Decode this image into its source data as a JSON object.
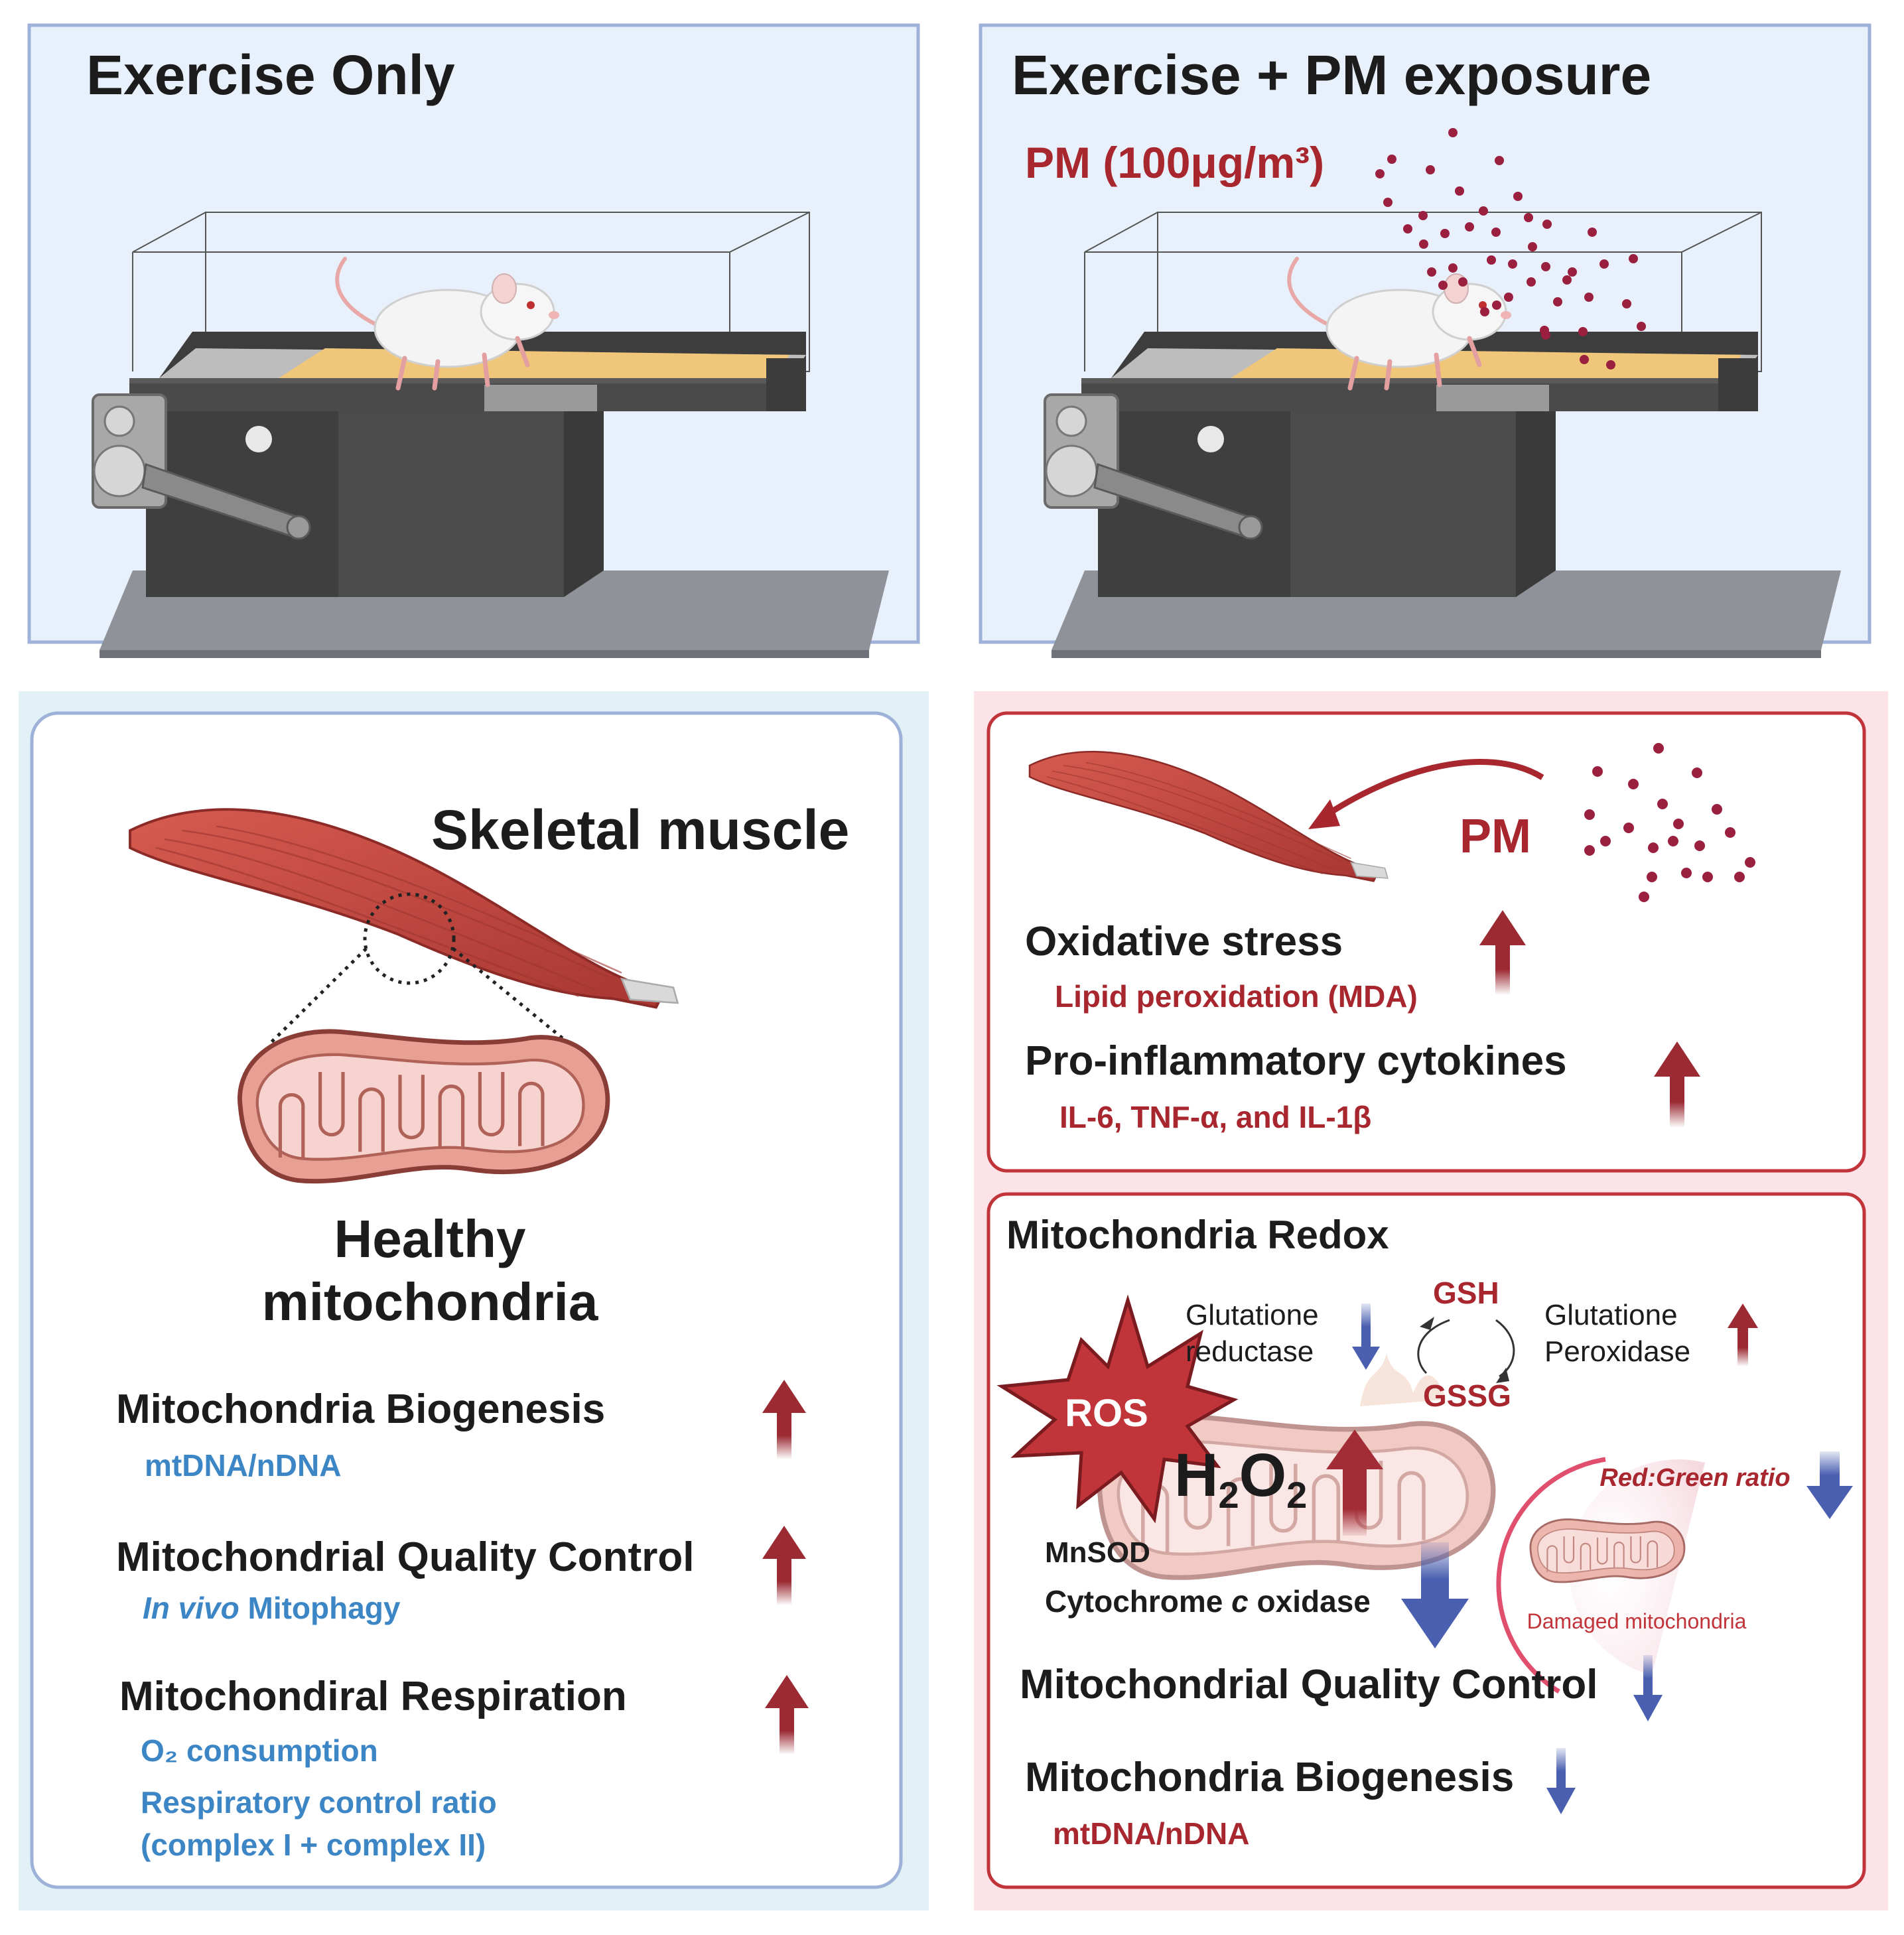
{
  "panels": {
    "exercise_only": {
      "title": "Exercise Only"
    },
    "exercise_pm": {
      "title": "Exercise + PM exposure",
      "pm_label": "PM (100μg/m³)"
    }
  },
  "healthy": {
    "tissue_label": "Skeletal muscle",
    "mito_label_1": "Healthy",
    "mito_label_2": "mitochondria",
    "items": [
      {
        "heading": "Mitochondria Biogenesis",
        "sub": "mtDNA/nDNA",
        "trend": "up"
      },
      {
        "heading": "Mitochondrial Quality Control",
        "sub_italic": "In vivo",
        "sub": " Mitophagy",
        "trend": "up"
      },
      {
        "heading": "Mitochondiral Respiration",
        "sub": "O₂ consumption",
        "sub2": "Respiratory control ratio",
        "sub3": "(complex I + complex II)",
        "trend": "up"
      }
    ]
  },
  "pm_effects": {
    "pm_label": "PM",
    "items": [
      {
        "heading": "Oxidative stress",
        "sub": "Lipid peroxidation (MDA)",
        "trend": "up"
      },
      {
        "heading": "Pro-inflammatory cytokines",
        "sub": "IL-6, TNF-α, and IL-1β",
        "trend": "up"
      }
    ]
  },
  "redox": {
    "title": "Mitochondria Redox",
    "gr_label_1": "Glutatione",
    "gr_label_2": "reductase",
    "gsh": "GSH",
    "gssg": "GSSG",
    "gp_label_1": "Glutatione",
    "gp_label_2": "Peroxidase",
    "ros": "ROS",
    "h2o2_h": "H",
    "h2o2_2a": "2",
    "h2o2_o": "O",
    "h2o2_2b": "2",
    "mnsod": "MnSOD",
    "cox_a": "Cytochrome ",
    "cox_c": "c",
    "cox_b": " oxidase",
    "ratio_label": "Red:Green ratio",
    "damaged_label": "Damaged mitochondria",
    "mqc": "Mitochondrial Quality Control",
    "biogenesis": "Mitochondria Biogenesis",
    "biogenesis_sub": "mtDNA/nDNA"
  },
  "colors": {
    "panel_fill": "#e8f0fb",
    "panel_border": "#9db1d9",
    "red_text": "#a8262e",
    "blue_text": "#3d86c6",
    "up_arrow": "#9b2a33",
    "down_arrow": "#4a5fb0",
    "particle": "#9b1f3f",
    "muscle": "#c2453f",
    "pink_bg": "#fbe3e8",
    "cyan_bg": "#e1f1f6"
  },
  "icons": [
    "treadmill-icon",
    "mouse-icon",
    "muscle-icon",
    "mitochondrion-icon",
    "ros-burst-icon",
    "up-arrow-icon",
    "down-arrow-icon",
    "pm-particles-icon"
  ]
}
